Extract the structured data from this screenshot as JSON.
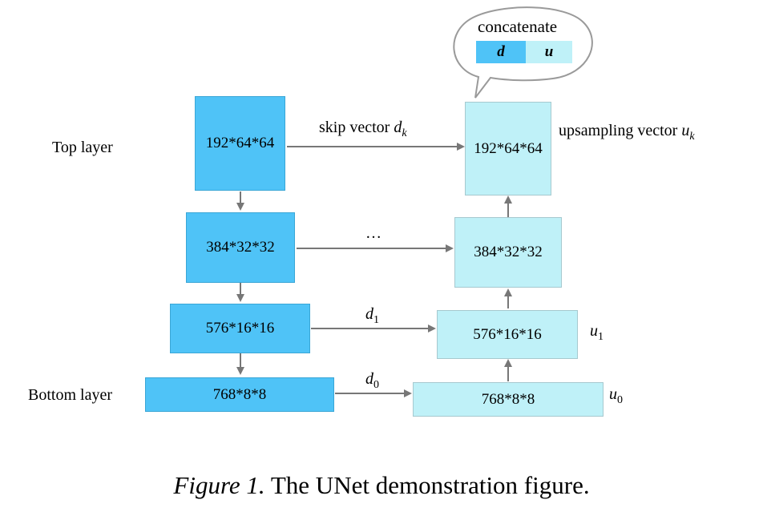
{
  "bubble": {
    "title": "concatenate",
    "legend": [
      {
        "text": "d",
        "color": "#4fc3f7"
      },
      {
        "text": "u",
        "color": "#bff1f8"
      }
    ]
  },
  "row_labels": {
    "top": "Top layer",
    "bottom": "Bottom layer"
  },
  "encoder": [
    {
      "text": "192*64*64"
    },
    {
      "text": "384*32*32"
    },
    {
      "text": "576*16*16"
    },
    {
      "text": "768*8*8"
    }
  ],
  "decoder": [
    {
      "text": "192*64*64"
    },
    {
      "text": "384*32*32"
    },
    {
      "text": "576*16*16"
    },
    {
      "text": "768*8*8"
    }
  ],
  "skip_labels": {
    "top_prefix": "skip vector",
    "top_var": "d",
    "top_sub": "k",
    "middle": "…",
    "d1_var": "d",
    "d1_sub": "1",
    "d0_var": "d",
    "d0_sub": "0"
  },
  "up_labels": {
    "top_prefix": "upsampling vector",
    "top_var": "u",
    "top_sub": "k",
    "u1_var": "u",
    "u1_sub": "1",
    "u0_var": "u",
    "u0_sub": "0"
  },
  "caption": {
    "figure": "Figure 1.",
    "text": "The UNet demonstration figure."
  },
  "colors": {
    "encoder": "#4fc3f7",
    "decoder": "#bff1f8",
    "arrow": "#777777"
  }
}
